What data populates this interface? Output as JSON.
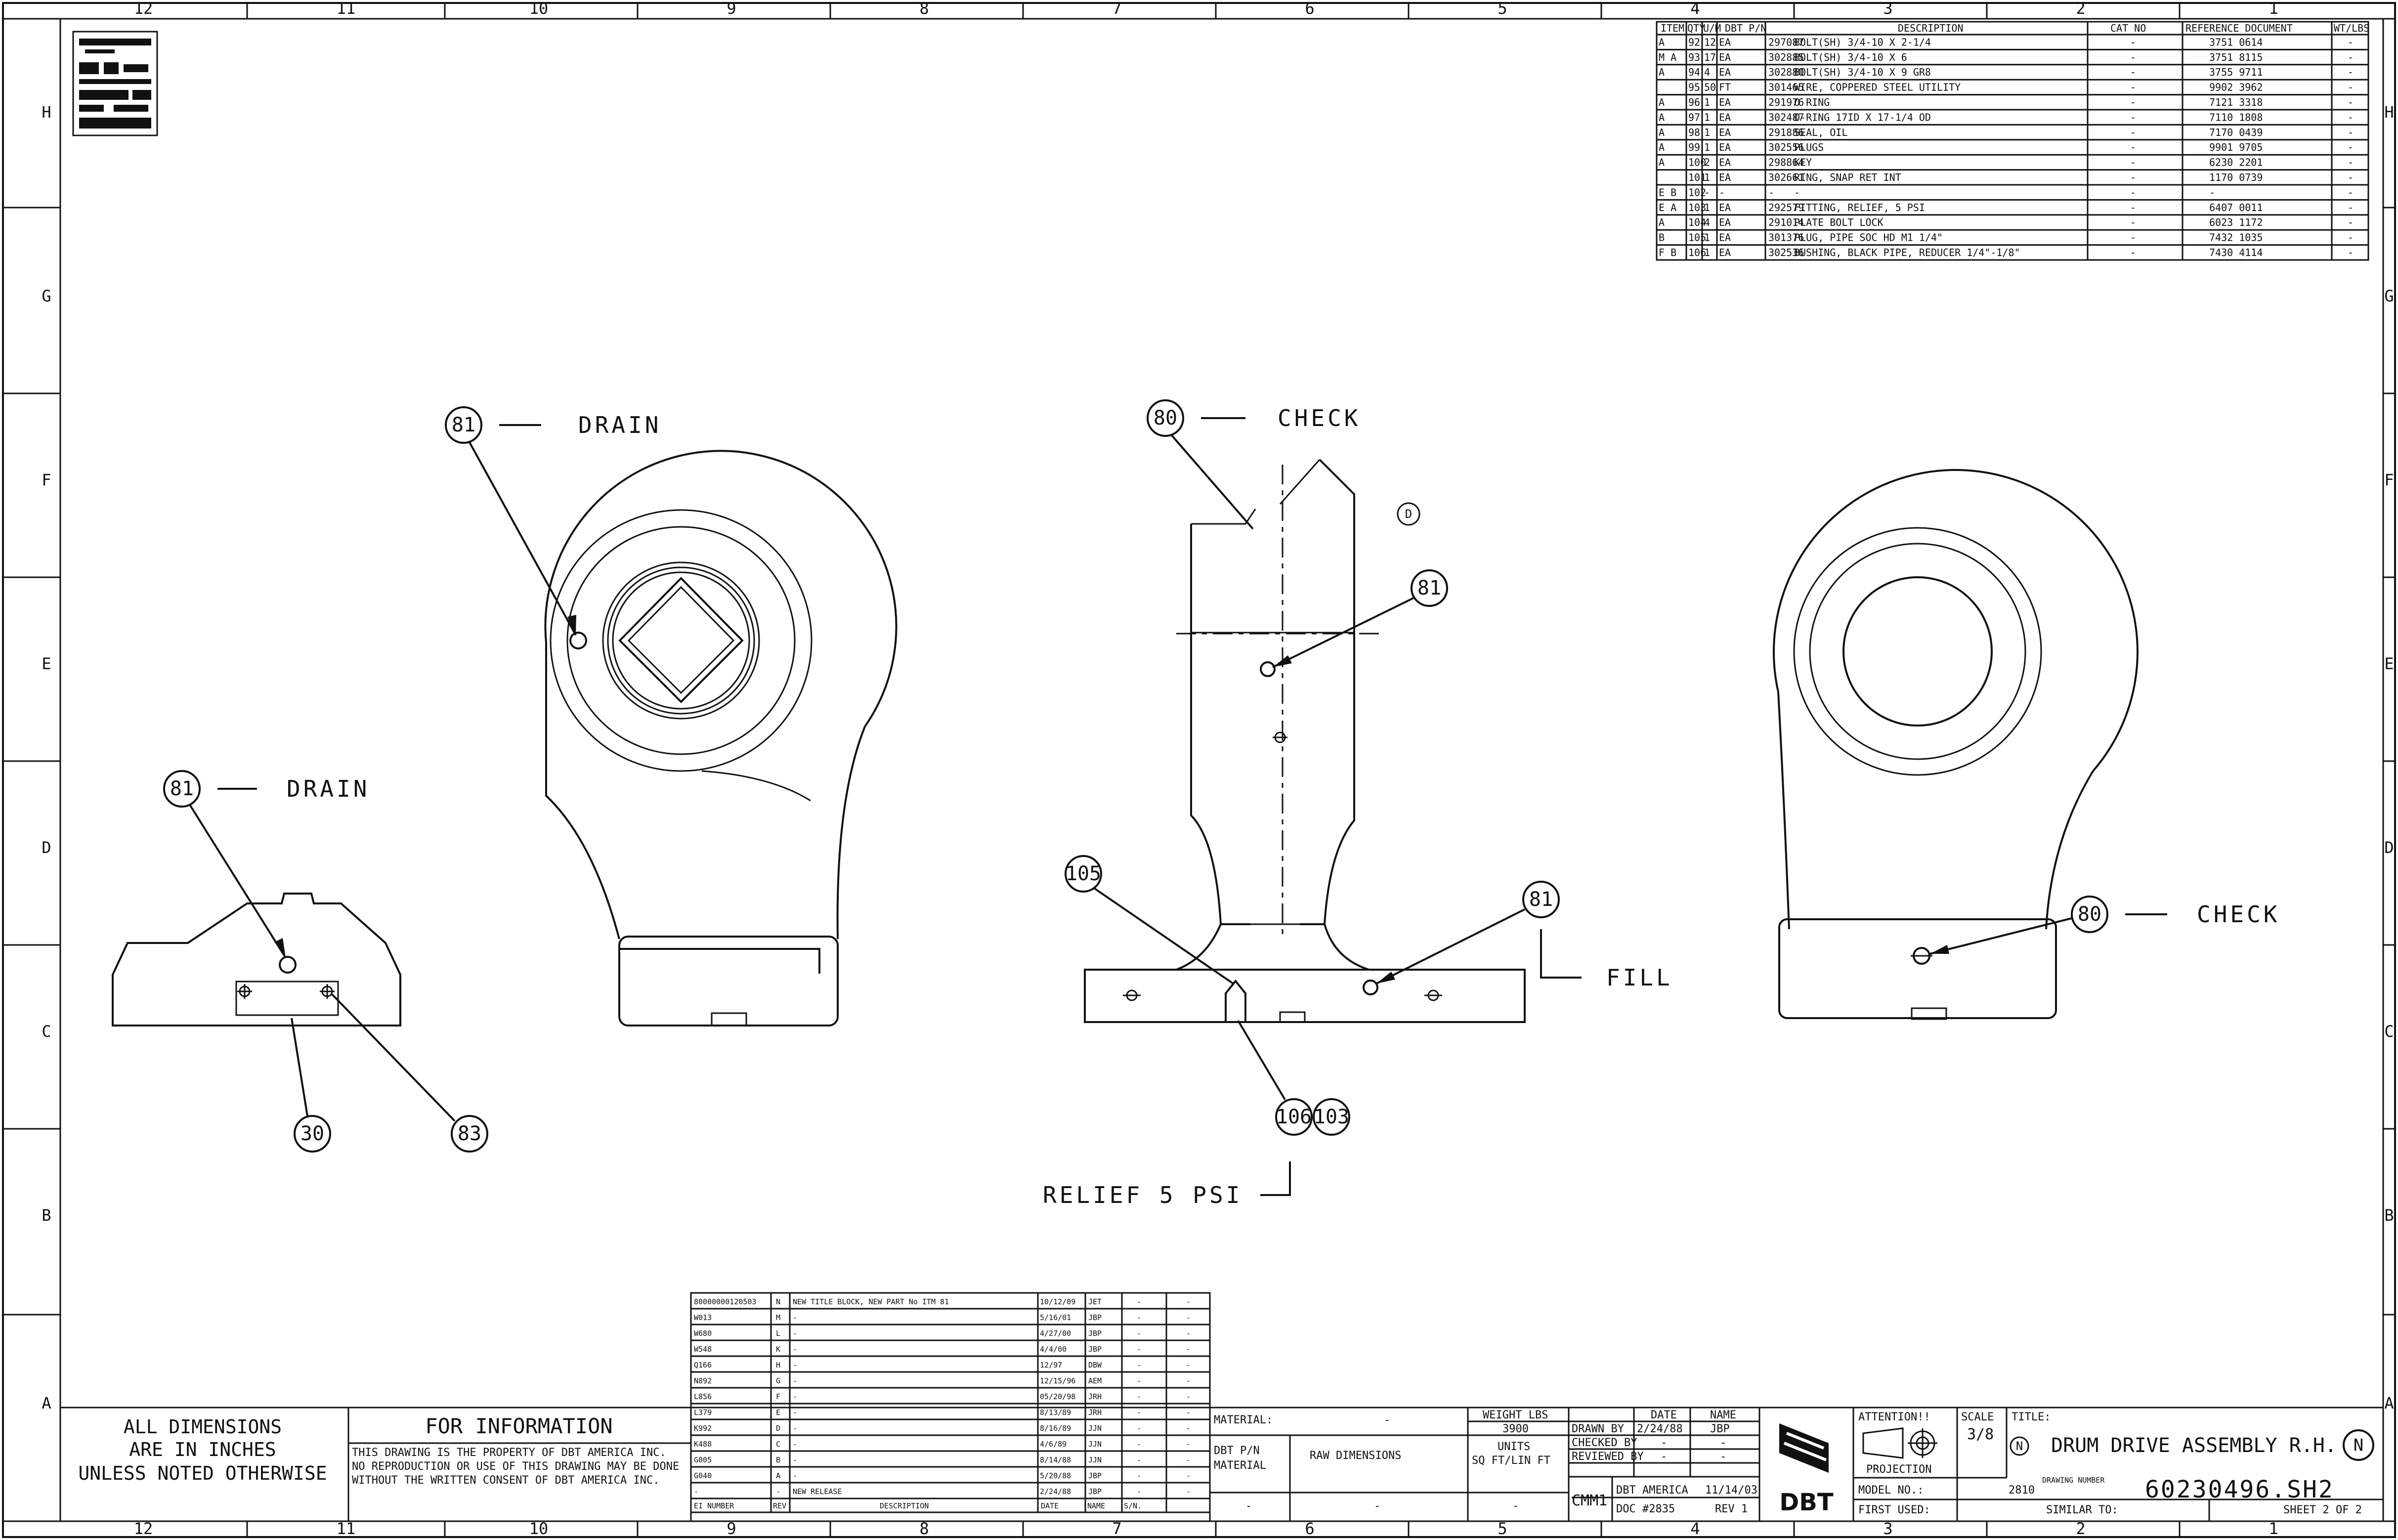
{
  "zones": {
    "columns": [
      "12",
      "11",
      "10",
      "9",
      "8",
      "7",
      "6",
      "5",
      "4",
      "3",
      "2",
      "1"
    ],
    "rows": [
      "H",
      "G",
      "F",
      "E",
      "D",
      "C",
      "B",
      "A"
    ]
  },
  "callouts": [
    {
      "ref": "81",
      "text": "DRAIN"
    },
    {
      "ref": "80",
      "text": "CHECK"
    },
    {
      "ref": "81",
      "text": ""
    },
    {
      "ref": "81",
      "text": "DRAIN"
    },
    {
      "ref": "30",
      "text": ""
    },
    {
      "ref": "83",
      "text": ""
    },
    {
      "ref": "105",
      "text": ""
    },
    {
      "ref": "81",
      "text": ""
    },
    {
      "ref": "106",
      "text": ""
    },
    {
      "ref": "103",
      "text": ""
    },
    {
      "ref": "80",
      "text": "CHECK"
    }
  ],
  "labels": {
    "fill": "FILL",
    "relief": "RELIEF 5 PSI",
    "rev_marker": "D"
  },
  "bom": {
    "headers": [
      "ITEM",
      "QTY",
      "U/M",
      "DBT P/N",
      "DESCRIPTION",
      "CAT NO",
      "REFERENCE DOCUMENT",
      "WT/LBS"
    ],
    "rows": [
      {
        "rev": "A",
        "item": "92",
        "qty": "12",
        "um": "EA",
        "pn": "297087",
        "desc": "BOLT(SH) 3/4-10 X 2-1/4",
        "cat": "-",
        "ref": "3751 0614",
        "wt": "-"
      },
      {
        "rev": "M A",
        "item": "93",
        "qty": "17",
        "um": "EA",
        "pn": "302885",
        "desc": "BOLT(SH) 3/4-10 X 6",
        "cat": "-",
        "ref": "3751 8115",
        "wt": "-"
      },
      {
        "rev": "A",
        "item": "94",
        "qty": "4",
        "um": "EA",
        "pn": "302880",
        "desc": "BOLT(SH) 3/4-10 X 9 GR8",
        "cat": "-",
        "ref": "3755 9711",
        "wt": "-"
      },
      {
        "rev": "",
        "item": "95",
        "qty": "50",
        "um": "FT",
        "pn": "301465",
        "desc": "WIRE, COPPERED STEEL UTILITY",
        "cat": "-",
        "ref": "9902 3962",
        "wt": "-"
      },
      {
        "rev": "A",
        "item": "96",
        "qty": "1",
        "um": "EA",
        "pn": "291976",
        "desc": "O RING",
        "cat": "-",
        "ref": "7121 3318",
        "wt": "-"
      },
      {
        "rev": "A",
        "item": "97",
        "qty": "1",
        "um": "EA",
        "pn": "302487",
        "desc": "O-RING 17ID X 17-1/4 OD",
        "cat": "-",
        "ref": "7110 1808",
        "wt": "-"
      },
      {
        "rev": "A",
        "item": "98",
        "qty": "1",
        "um": "EA",
        "pn": "291886",
        "desc": "SEAL, OIL",
        "cat": "-",
        "ref": "7170 0439",
        "wt": "-"
      },
      {
        "rev": "A",
        "item": "99",
        "qty": "1",
        "um": "EA",
        "pn": "302556",
        "desc": "PLUGS",
        "cat": "-",
        "ref": "9901 9705",
        "wt": "-"
      },
      {
        "rev": "A",
        "item": "100",
        "qty": "2",
        "um": "EA",
        "pn": "298864",
        "desc": "KEY",
        "cat": "-",
        "ref": "6230 2201",
        "wt": "-"
      },
      {
        "rev": "",
        "item": "101",
        "qty": "1",
        "um": "EA",
        "pn": "302661",
        "desc": "RING, SNAP RET INT",
        "cat": "-",
        "ref": "1170 0739",
        "wt": "-"
      },
      {
        "rev": "E B",
        "item": "102",
        "qty": "-",
        "um": "-",
        "pn": "-",
        "desc": "-",
        "cat": "-",
        "ref": "-",
        "wt": "-"
      },
      {
        "rev": "E A",
        "item": "103",
        "qty": "1",
        "um": "EA",
        "pn": "292579",
        "desc": "FITTING, RELIEF, 5 PSI",
        "cat": "-",
        "ref": "6407 0011",
        "wt": "-"
      },
      {
        "rev": "A",
        "item": "104",
        "qty": "4",
        "um": "EA",
        "pn": "291014",
        "desc": "PLATE BOLT LOCK",
        "cat": "-",
        "ref": "6023 1172",
        "wt": "-"
      },
      {
        "rev": "B",
        "item": "105",
        "qty": "1",
        "um": "EA",
        "pn": "301376",
        "desc": "PLUG, PIPE SOC HD M1 1/4\"",
        "cat": "-",
        "ref": "7432 1035",
        "wt": "-"
      },
      {
        "rev": "F B",
        "item": "106",
        "qty": "1",
        "um": "EA",
        "pn": "302536",
        "desc": "BUSHING, BLACK PIPE, REDUCER 1/4\"-1/8\"",
        "cat": "-",
        "ref": "7430 4114",
        "wt": "-"
      }
    ]
  },
  "revisions": {
    "rows": [
      {
        "num": "80000000120503",
        "rev": "N",
        "desc": "NEW TITLE BLOCK, NEW PART No ITM 81",
        "date": "10/12/09",
        "name": "JET"
      },
      {
        "num": "W013",
        "rev": "M",
        "desc": "-",
        "date": "5/16/01",
        "name": "JBP"
      },
      {
        "num": "W680",
        "rev": "L",
        "desc": "-",
        "date": "4/27/00",
        "name": "JBP"
      },
      {
        "num": "W548",
        "rev": "K",
        "desc": "-",
        "date": "4/4/00",
        "name": "JBP"
      },
      {
        "num": "Q166",
        "rev": "H",
        "desc": "-",
        "date": "12/97",
        "name": "DBW"
      },
      {
        "num": "N892",
        "rev": "G",
        "desc": "-",
        "date": "12/15/96",
        "name": "AEM"
      },
      {
        "num": "L856",
        "rev": "F",
        "desc": "-",
        "date": "05/20/98",
        "name": "JRH"
      },
      {
        "num": "L379",
        "rev": "E",
        "desc": "-",
        "date": "8/13/89",
        "name": "JRH"
      },
      {
        "num": "K992",
        "rev": "D",
        "desc": "-",
        "date": "8/16/89",
        "name": "JJN"
      },
      {
        "num": "K488",
        "rev": "C",
        "desc": "-",
        "date": "4/6/89",
        "name": "JJN"
      },
      {
        "num": "G005",
        "rev": "B",
        "desc": "-",
        "date": "8/14/88",
        "name": "JJN"
      },
      {
        "num": "G040",
        "rev": "A",
        "desc": "-",
        "date": "5/20/88",
        "name": "JBP"
      },
      {
        "num": "-",
        "rev": "-",
        "desc": "NEW RELEASE",
        "date": "2/24/88",
        "name": "JBP"
      }
    ],
    "headers": {
      "num": "EI NUMBER",
      "rev": "REV",
      "desc": "DESCRIPTION",
      "date": "DATE",
      "name": "NAME",
      "sn": "S/N."
    },
    "checked": "CHECKED BY",
    "date_label": "DATE"
  },
  "title_block": {
    "dims_line1": "ALL DIMENSIONS",
    "dims_line2": "ARE IN INCHES",
    "dims_line3": "UNLESS NOTED OTHERWISE",
    "for_info": "FOR INFORMATION",
    "prop1": "THIS DRAWING IS THE PROPERTY OF DBT AMERICA INC.",
    "prop2": "NO REPRODUCTION OR USE OF THIS DRAWING MAY BE DONE",
    "prop3": "WITHOUT THE WRITTEN CONSENT OF DBT AMERICA INC.",
    "material_label": "MATERIAL:",
    "material_value": "-",
    "dbt_pn_label": "DBT P/N",
    "dbt_material_label": "MATERIAL",
    "dbt_pn_value": "-",
    "raw_dims": "RAW DIMENSIONS",
    "raw_value": "-",
    "weight_label": "WEIGHT LBS",
    "weight_value": "3900",
    "units_label": "UNITS",
    "units_value": "SQ FT/LIN FT",
    "units_dash": "-",
    "drawn_by": "DRAWN BY",
    "drawn_date": "2/24/88",
    "drawn_name": "JBP",
    "checked_by": "CHECKED BY",
    "reviewed_by": "REVIEWED BY",
    "date_hdr": "DATE",
    "name_hdr": "NAME",
    "dash": "-",
    "cmm": "CMM1",
    "company": "DBT AMERICA",
    "company_date": "11/14/03",
    "doc": "DOC #2835",
    "doc_rev": "REV 1",
    "logo": "DBT",
    "attention": "ATTENTION!!",
    "projection": "PROJECTION",
    "scale_label": "SCALE",
    "scale_value": "3/8",
    "title_label": "TITLE:",
    "title_rev": "N",
    "title": "DRUM DRIVE ASSEMBLY R.H.",
    "title_rev_right": "N",
    "model_label": "MODEL NO.:",
    "size": "2810",
    "drawing_label": "DRAWING NUMBER",
    "drawing_number": "60230496.SH2",
    "first_used": "FIRST USED:",
    "similar_to": "SIMILAR TO:",
    "sheet": "SHEET 2 OF 2"
  }
}
